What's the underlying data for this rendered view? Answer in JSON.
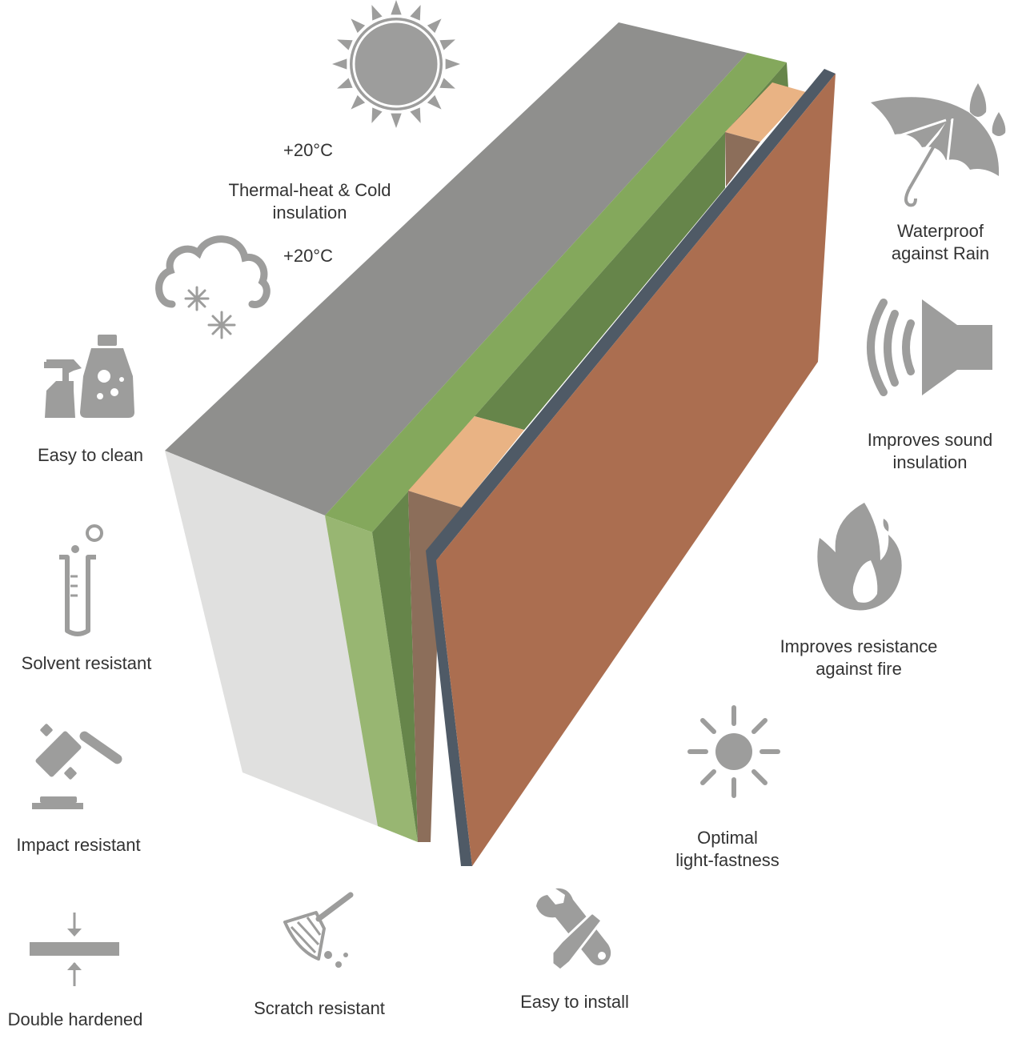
{
  "colors": {
    "icon_gray": "#9d9d9c",
    "top_face": "#8f8f8d",
    "side_face": "#e0e0df",
    "insulation_light": "#84a85c",
    "insulation_side": "#98b672",
    "insulation_dark": "#66854a",
    "wood_light": "#e9b384",
    "wood_dark": "#8c6e5a",
    "cladding": "#ab6e50",
    "cladding_edge": "#4f5a66",
    "text": "#333333"
  },
  "temperature": {
    "top": "+20°C",
    "bottom": "+20°C"
  },
  "features": {
    "thermal": {
      "icon": "sun-icon",
      "line1": "Thermal-heat & Cold",
      "line2": "insulation"
    },
    "cold": {
      "icon": "snow-cloud-icon"
    },
    "clean": {
      "icon": "cleaning-bottles-icon",
      "line1": "Easy to clean"
    },
    "solvent": {
      "icon": "test-tube-icon",
      "line1": "Solvent resistant"
    },
    "impact": {
      "icon": "gavel-icon",
      "line1": "Impact resistant"
    },
    "hardened": {
      "icon": "compression-arrows-icon",
      "line1": "Double hardened"
    },
    "scratch": {
      "icon": "feather-duster-icon",
      "line1": "Scratch resistant"
    },
    "install": {
      "icon": "wrench-icon",
      "line1": "Easy to install"
    },
    "light": {
      "icon": "small-sun-icon",
      "line1": "Optimal",
      "line2": "light-fastness"
    },
    "fire": {
      "icon": "flame-icon",
      "line1": "Improves resistance",
      "line2": "against fire"
    },
    "sound": {
      "icon": "speaker-icon",
      "line1": "Improves sound",
      "line2": "insulation"
    },
    "rain": {
      "icon": "umbrella-icon",
      "line1": "Waterproof",
      "line2": "against Rain"
    }
  }
}
